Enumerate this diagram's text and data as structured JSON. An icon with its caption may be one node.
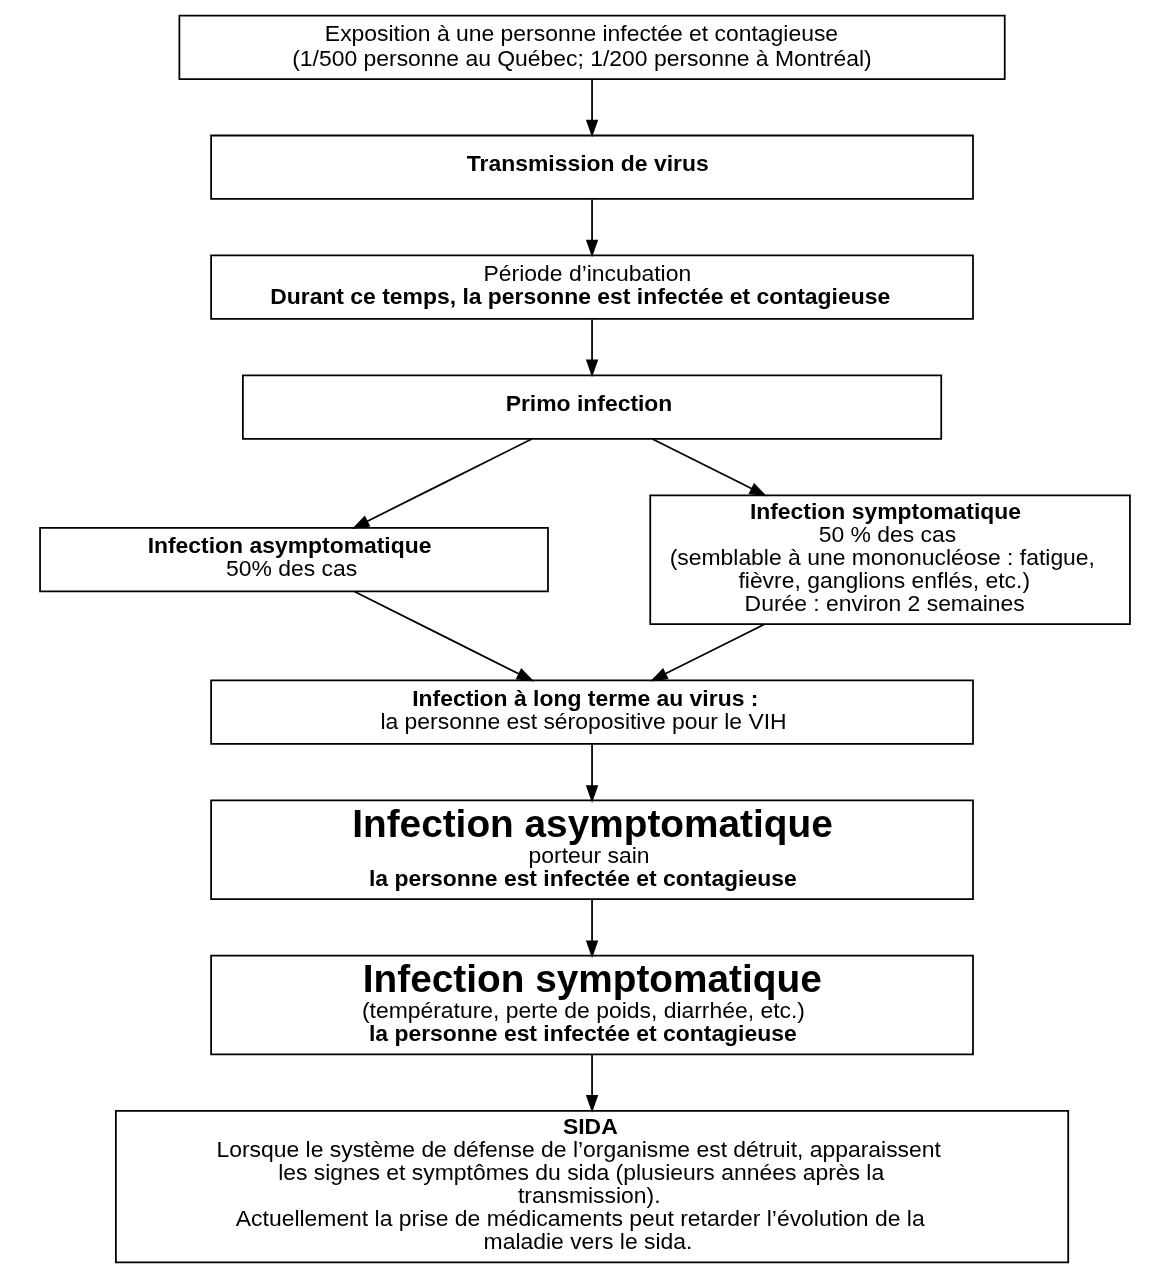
{
  "diagram": {
    "nodes": [
      {
        "text": [
          "Exposition à une personne infectée et contagieuse",
          "(1/500 personne au Québec; 1/200 personne à Montréal)"
        ]
      },
      {
        "text": [
          "Transmission de virus"
        ]
      },
      {
        "text": [
          "Période d’incubation",
          "Durant ce temps, la personne est infectée et contagieuse"
        ]
      },
      {
        "text": [
          "Primo infection"
        ]
      },
      {
        "text": [
          "Infection asymptomatique",
          "50% des cas"
        ]
      },
      {
        "text": [
          "Infection symptomatique",
          "50 % des cas",
          "(semblable à une mononucléose : fatigue, fièvre, ganglions enflés, etc.)",
          "Durée : environ 2 semaines"
        ]
      },
      {
        "text": [
          "Infection à long terme au virus :",
          "la personne est séropositive pour le VIH"
        ]
      },
      {
        "text": [
          "Infection asymptomatique",
          "porteur sain",
          "la personne est infectée et contagieuse"
        ]
      },
      {
        "text": [
          "Infection symptomatique",
          "(température, perte de poids, diarrhée, etc.)",
          "la personne est infectée et contagieuse"
        ]
      },
      {
        "text": [
          "SIDA",
          "Lorsque le système de défense de l’organisme est détruit, apparaissent les signes et symptômes du sida (plusieurs années après la transmission).",
          "Actuellement la prise de médicaments peut retarder l’évolution de la maladie vers le sida."
        ]
      }
    ],
    "edges": [
      {
        "from": 0,
        "to": 1,
        "arrow": "to"
      },
      {
        "from": 1,
        "to": 2,
        "arrow": "to"
      },
      {
        "from": 2,
        "to": 3,
        "arrow": "to"
      },
      {
        "from": 3,
        "to": 4,
        "arrow": "to"
      },
      {
        "from": 3,
        "to": 5,
        "arrow": "to"
      },
      {
        "from": 4,
        "to": 6,
        "arrow": "to"
      },
      {
        "from": 5,
        "to": 6,
        "arrow": "to"
      },
      {
        "from": 6,
        "to": 7,
        "arrow": "to"
      },
      {
        "from": 7,
        "to": 8,
        "arrow": "to"
      },
      {
        "from": 8,
        "to": 9,
        "arrow": "to"
      }
    ]
  }
}
